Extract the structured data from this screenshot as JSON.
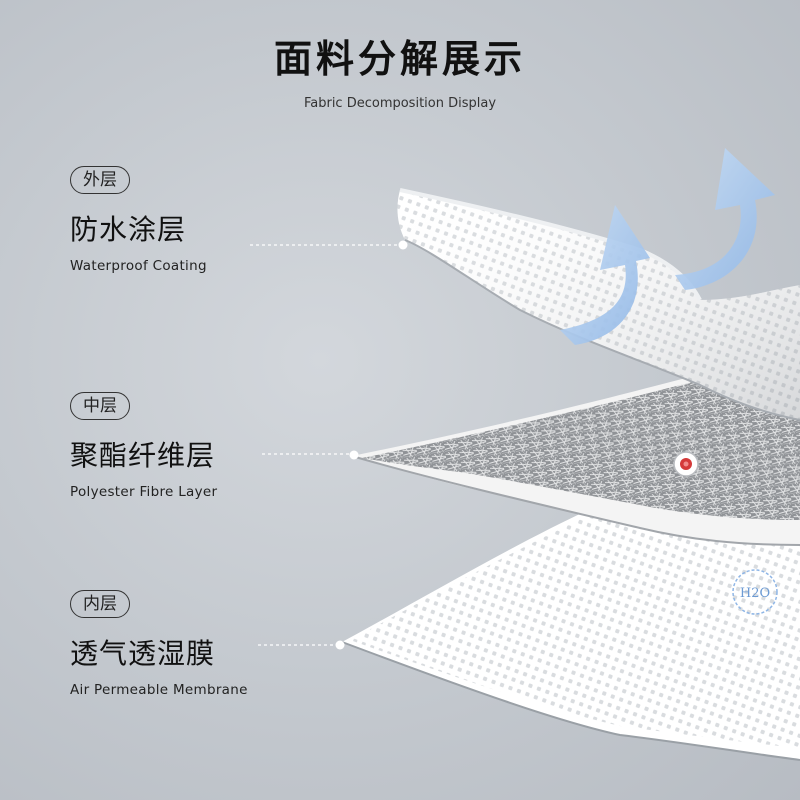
{
  "header": {
    "title": "面料分解展示",
    "subtitle": "Fabric Decomposition Display"
  },
  "layers": [
    {
      "tag": "外层",
      "name_cn": "防水涂层",
      "name_en": "Waterproof Coating"
    },
    {
      "tag": "中层",
      "name_cn": "聚酯纤维层",
      "name_en": "Polyester Fibre Layer"
    },
    {
      "tag": "内层",
      "name_cn": "透气透湿膜",
      "name_en": "Air Permeable Membrane"
    }
  ],
  "badges": {
    "h2o": "H2O"
  },
  "colors": {
    "background": "#c3c8ce",
    "fabric": "#ffffff",
    "arrow": "#a9c8ec",
    "indicator": "#d43a3a"
  }
}
